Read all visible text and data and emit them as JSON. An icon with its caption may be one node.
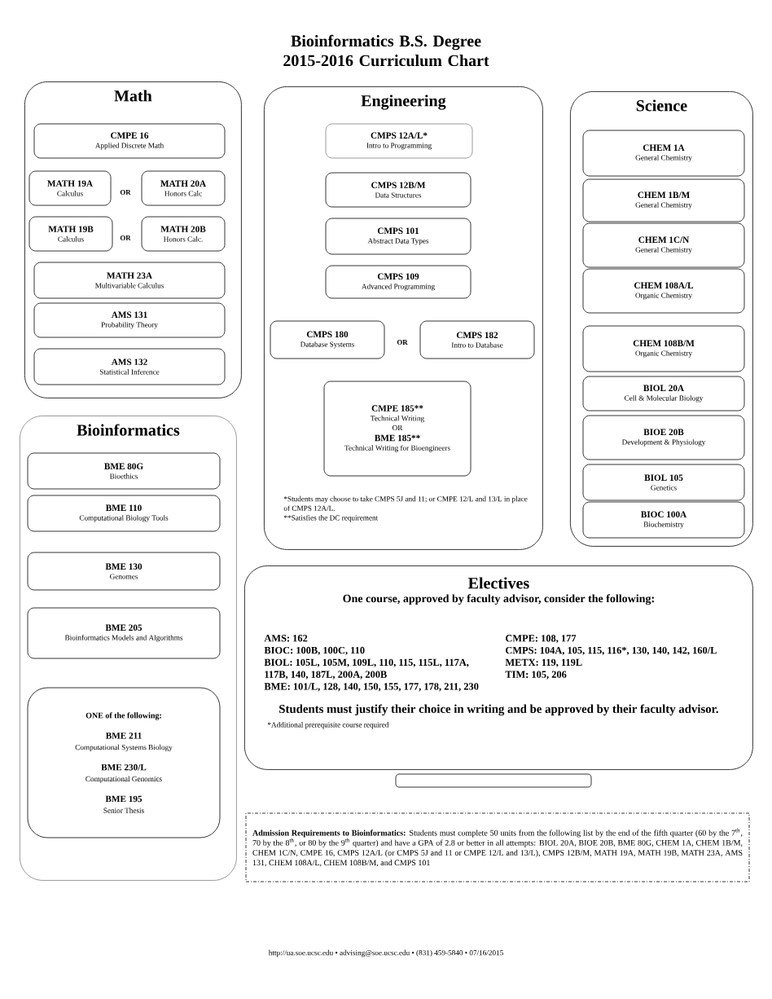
{
  "diagram": {
    "title": "Bioinformatics B.S. Degree 2015-2016 Curriculum Chart",
    "nodes": [
      {
        "text": [
          "Math"
        ]
      },
      {
        "text": [
          "CMPE 16",
          "Applied Discrete Math"
        ],
        "in": 0
      },
      {
        "text": [
          "MATH 19A",
          "Calculus"
        ],
        "in": 0
      },
      {
        "text": [
          "MATH 20A",
          "Honors Calc"
        ],
        "in": 0
      },
      {
        "text": [
          "MATH 19B",
          "Calculus"
        ],
        "in": 0
      },
      {
        "text": [
          "MATH 20B",
          "Honors Calc."
        ],
        "in": 0
      },
      {
        "text": [
          "MATH 23A",
          "Multivariable Calculus"
        ],
        "in": 0
      },
      {
        "text": [
          "AMS 131",
          "Probability Theory"
        ],
        "in": 0
      },
      {
        "text": [
          "AMS 132",
          "Statistical Inference"
        ],
        "in": 0
      },
      {
        "text": [
          "Engineering",
          "*Students may choose to take CMPS 5J and 11; or CMPE 12/L and 13/L in place of CMPS 12A/L.",
          "**Satisfies the DC requirement"
        ]
      },
      {
        "text": [
          "CMPS 12A/L*",
          "Intro to Programming"
        ],
        "in": 9
      },
      {
        "text": [
          "CMPS 12B/M",
          "Data Structures"
        ],
        "in": 9
      },
      {
        "text": [
          "CMPS 101",
          "Abstract Data Types"
        ],
        "in": 9
      },
      {
        "text": [
          "CMPS 109",
          "Advanced Programming"
        ],
        "in": 9
      },
      {
        "text": [
          "CMPS 180",
          "Database Systems"
        ],
        "in": 9
      },
      {
        "text": [
          "CMPS 182",
          "Intro to Database"
        ],
        "in": 9
      },
      {
        "text": [
          "CMPE 185**",
          "Technical Writing",
          "OR",
          "BME 185**",
          "Technical Writing for Bioengineers"
        ],
        "in": 9
      },
      {
        "text": [
          "Science"
        ]
      },
      {
        "text": [
          "CHEM 1A",
          "General Chemistry"
        ],
        "in": 17
      },
      {
        "text": [
          "CHEM 1B/M",
          "General Chemistry"
        ],
        "in": 17
      },
      {
        "text": [
          "CHEM 1C/N",
          "General Chemistry"
        ],
        "in": 17
      },
      {
        "text": [
          "CHEM 108A/L",
          "Organic Chemistry"
        ],
        "in": 17
      },
      {
        "text": [
          "CHEM 108B/M",
          "Organic Chemistry"
        ],
        "in": 17
      },
      {
        "text": [
          "BIOL 20A",
          "Cell & Molecular Biology"
        ],
        "in": 17
      },
      {
        "text": [
          "BIOE 20B",
          "Development & Physiology"
        ],
        "in": 17
      },
      {
        "text": [
          "BIOL 105",
          "Genetics"
        ],
        "in": 17
      },
      {
        "text": [
          "BIOC 100A",
          "Biochemistry"
        ],
        "in": 17
      },
      {
        "text": [
          "Bioinformatics"
        ]
      },
      {
        "text": [
          "BME 80G",
          "Bioethics"
        ],
        "in": 27
      },
      {
        "text": [
          "BME 110",
          "Computational Biology Tools"
        ],
        "in": 27
      },
      {
        "text": [
          "BME 130",
          "Genomes"
        ],
        "in": 27
      },
      {
        "text": [
          "BME 205",
          "Bioinformatics Models and Algorithms"
        ],
        "in": 27
      },
      {
        "text": [
          "ONE of the following:",
          "BME 211",
          "Computational Systems Biology",
          "BME 230/L",
          "Computational Genomics",
          "BME 195",
          "Senior Thesis"
        ],
        "in": 27
      },
      {
        "text": [
          "Electives",
          "One course, approved by faculty advisor, consider the following:",
          "AMS: 162",
          "BIOC: 100B, 100C, 110",
          "BIOL: 105L, 105M, 109L, 110, 115, 115L, 117A, 117B, 140, 187L, 200A, 200B",
          "BME: 101/L, 128, 140, 150, 155, 177, 178, 211, 230",
          "CMPE: 108, 177",
          "CMPS: 104A, 105, 115, 116*, 130, 140, 142, 160/L",
          "METX: 119, 119L",
          "TIM: 105, 206",
          "Students must justify their choice in writing and be approved by their faculty advisor.",
          "*Additional prerequisite course required"
        ]
      },
      {
        "text": [],
        "shape": "box"
      },
      {
        "text": [
          "**Admission Requirements to Bioinformatics:** Students must complete 50 units from the following list by the end of the fifth quarter (60 by the 7$^{th}$, 70 by the 8$^{th}$, or 80 by the 9$^{th}$ quarter) and have a GPA of 2.8 or better in all attempts: BIOL 20A, BIOE 20B, BME 80G, CHEM 1A, CHEM 1B/M, CHEM 1C/N, CMPE 16, CMPS 12A/L (or CMPS 5J and 11 or CMPE 12/L and 13/L), CMPS 12B/M, MATH 19A, MATH 19B, MATH 23A, AMS 131, CHEM 108A/L, CHEM 108B/M, and CMPS 101"
        ]
      }
    ],
    "labels": [
      "OR",
      "OR",
      "OR",
      "http://ua.soe.ucsc.edu • advising@soe.ucsc.edu • (831) 459-5840 • 07/16/2015"
    ]
  }
}
